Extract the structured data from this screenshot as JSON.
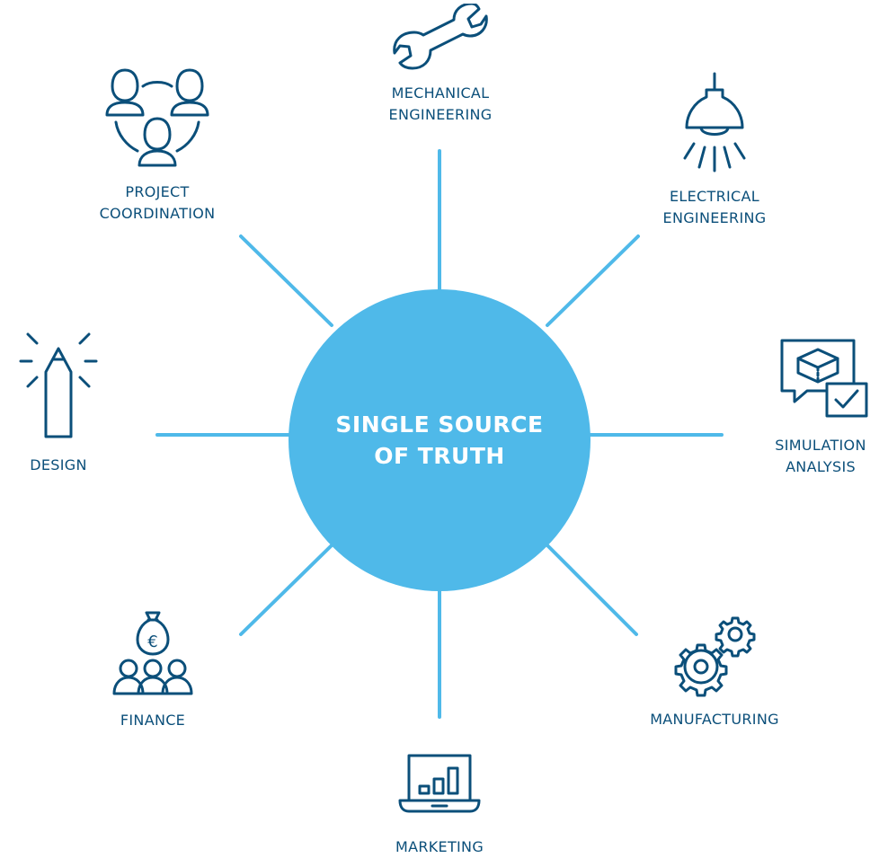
{
  "colors": {
    "hub": "#4fb9e9",
    "spoke": "#4fb9e9",
    "icon": "#0b4f7a",
    "label": "#0b4f7a",
    "hub_text": "#ffffff"
  },
  "hub": {
    "line1": "SINGLE SOURCE",
    "line2": "OF TRUTH"
  },
  "nodes": {
    "mechanical": {
      "line1": "MECHANICAL",
      "line2": "ENGINEERING",
      "icon": "wrench-icon"
    },
    "electrical": {
      "line1": "ELECTRICAL",
      "line2": "ENGINEERING",
      "icon": "lamp-icon"
    },
    "simulation": {
      "line1": "SIMULATION",
      "line2": "ANALYSIS",
      "icon": "simulation-chat-icon"
    },
    "manufacturing": {
      "line1": "MANUFACTURING",
      "icon": "gears-icon"
    },
    "marketing": {
      "line1": "MARKETING",
      "icon": "laptop-chart-icon"
    },
    "finance": {
      "line1": "FINANCE",
      "icon": "money-bag-people-icon"
    },
    "design": {
      "line1": "DESIGN",
      "icon": "pencil-icon"
    },
    "project": {
      "line1": "PROJECT",
      "line2": "COORDINATION",
      "icon": "team-icon"
    }
  }
}
